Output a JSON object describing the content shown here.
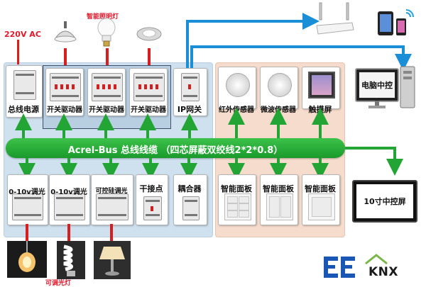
{
  "power_label": "220V AC",
  "top_lamps_caption": "智能照明灯",
  "bottom_lamps_caption": "可调光灯",
  "bus_label": "Acrel-Bus 总线线缆 （四芯屏蔽双绞线2*2*0.8）",
  "top_devices": [
    {
      "label": "总线电源"
    },
    {
      "label": "开关驱动器"
    },
    {
      "label": "开关驱动器"
    },
    {
      "label": "开关驱动器"
    },
    {
      "label": "IP网关"
    }
  ],
  "right_top_devices": [
    {
      "label": "红外传感器"
    },
    {
      "label": "微波传感器"
    },
    {
      "label": "触摸屏"
    }
  ],
  "bottom_devices": [
    {
      "label": "0-10v调光"
    },
    {
      "label": "0-10v调光"
    },
    {
      "label": "可控硅调光"
    },
    {
      "label": "干接点"
    },
    {
      "label": "耦合器"
    }
  ],
  "right_bottom_devices": [
    {
      "label": "智能面板"
    },
    {
      "label": "智能面板"
    },
    {
      "label": "智能面板"
    }
  ],
  "pc_label": "电脑中控",
  "touch_screen_label": "10寸中控屏",
  "logo_text": "KNX",
  "colors": {
    "bus_green": "#22a534",
    "arrow_blue": "#1a8fd8",
    "red": "#e0182b"
  }
}
